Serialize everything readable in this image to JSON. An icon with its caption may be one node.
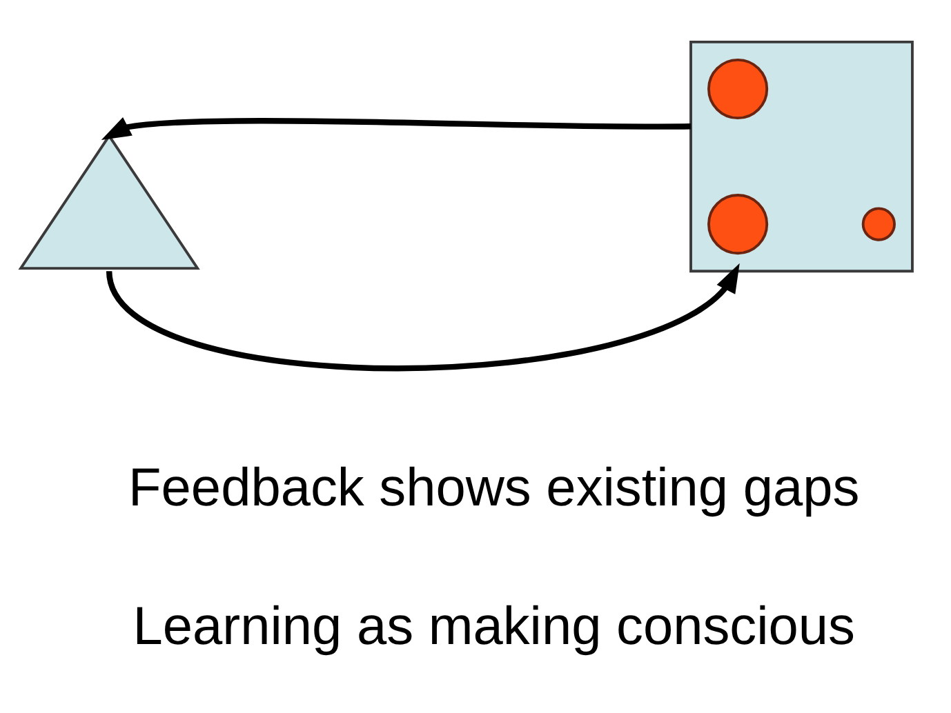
{
  "diagram": {
    "nodes": [
      {
        "text": [],
        "shape": "triangle"
      },
      {
        "text": [],
        "shape": "box"
      },
      {
        "text": [],
        "shape": "circle",
        "in": 1
      },
      {
        "text": [],
        "shape": "circle",
        "in": 1
      },
      {
        "text": [],
        "shape": "circle",
        "in": 1
      }
    ],
    "edges": [
      {
        "from": 1,
        "to": 0,
        "arrow": "to"
      },
      {
        "from": 0,
        "to": 1,
        "arrow": "to"
      }
    ],
    "labels": [
      "Feedback shows existing gaps",
      "Learning as making conscious"
    ]
  }
}
